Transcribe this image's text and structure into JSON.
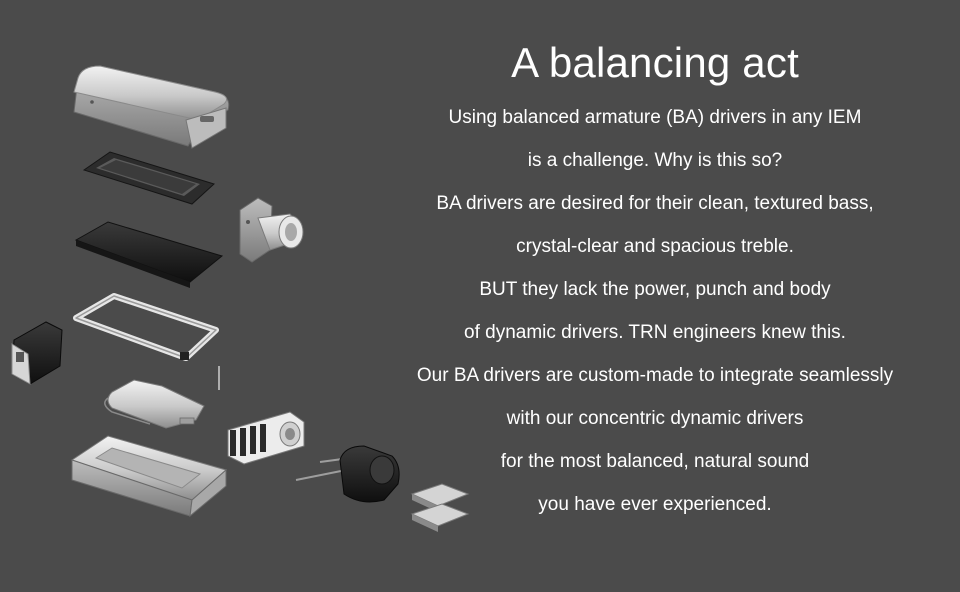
{
  "headline": "A balancing act",
  "body_lines": [
    "Using balanced armature (BA) drivers in any IEM",
    "is a challenge. Why is this so?",
    "BA drivers are desired for their clean, textured bass,",
    "crystal-clear and spacious treble.",
    "BUT they lack the power, punch and body",
    "of dynamic drivers. TRN engineers knew this.",
    "Our BA drivers are custom-made to integrate seamlessly",
    "with our concentric dynamic drivers",
    "for the most balanced, natural sound",
    "you have ever experienced."
  ],
  "colors": {
    "background": "#4b4b4b",
    "text": "#ffffff",
    "part_light": "#d9d9d9",
    "part_dark": "#1e1e1e"
  }
}
